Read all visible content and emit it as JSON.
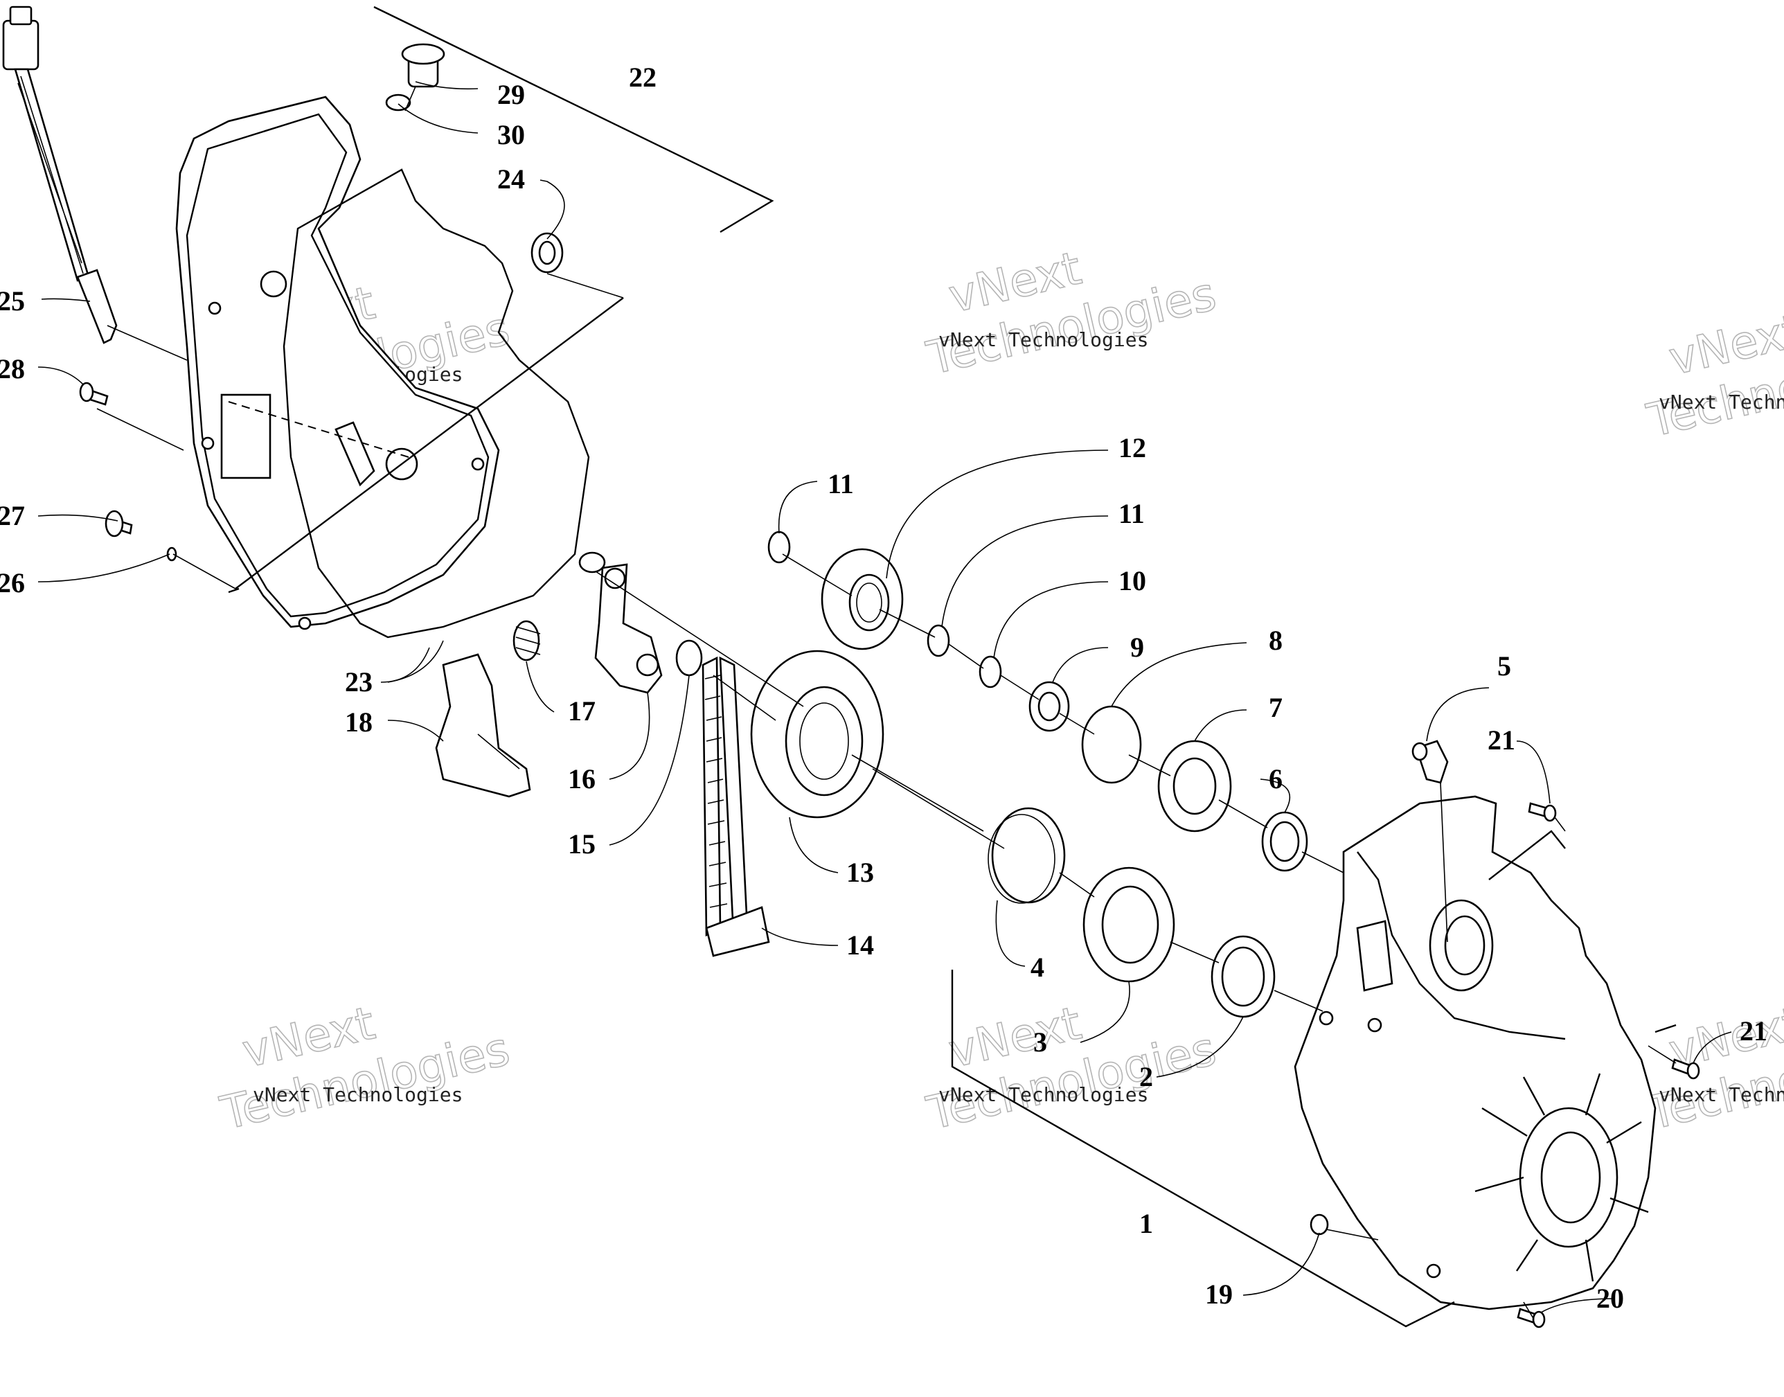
{
  "diagram": {
    "callouts": [
      "1",
      "2",
      "3",
      "4",
      "5",
      "6",
      "7",
      "8",
      "9",
      "10",
      "11",
      "11",
      "12",
      "13",
      "14",
      "15",
      "16",
      "17",
      "18",
      "19",
      "20",
      "21",
      "21",
      "22",
      "23",
      "24",
      "25",
      "26",
      "27",
      "28",
      "29",
      "30"
    ]
  },
  "watermark": {
    "line1": "vNext",
    "line2": "Technologies",
    "line3": "vNext Technologies"
  }
}
